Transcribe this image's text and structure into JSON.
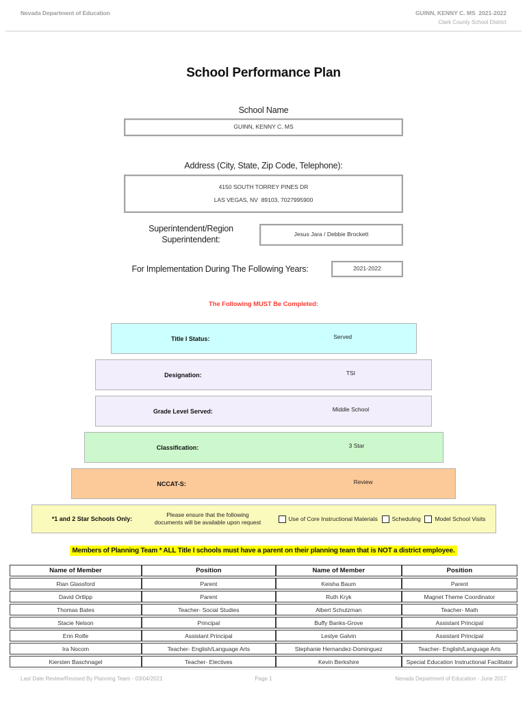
{
  "header": {
    "left": "Nevada Department of Education",
    "right_line1": "GUINN, KENNY C. MS  2021-2022",
    "right_line2": "Clark County School District"
  },
  "title": "School Performance Plan",
  "form": {
    "school_name_label": "School Name",
    "school_name_value": "GUINN, KENNY C. MS",
    "address_label": "Address (City, State, Zip Code, Telephone):",
    "address_line1": "4150 SOUTH TORREY PINES DR",
    "address_line2": "LAS VEGAS, NV  89103, 7027995900",
    "superintendent_label_line1": "Superintendent/Region",
    "superintendent_label_line2": "Superintendent:",
    "superintendent_value": "Jesus Jara / Debbie Brockett",
    "implementation_label": "For Implementation During The Following Years:",
    "implementation_value": "2021-2022"
  },
  "must_complete": {
    "heading": "The Following MUST Be Completed:",
    "heading_color": "#fc3d34",
    "rows": [
      {
        "label": "Title I Status:",
        "value": "Served",
        "color": "#ccffff"
      },
      {
        "label": "Designation:",
        "value": "TSI",
        "color": "#f3eefb"
      },
      {
        "label": "Grade Level Served:",
        "value": "Middle School",
        "color": "#f3eefb"
      },
      {
        "label": "Classification:",
        "value": "3 Star",
        "color": "#cdf8cd"
      },
      {
        "label": "NCCAT-S:",
        "value": "Review",
        "color": "#fcc998"
      }
    ]
  },
  "star_schools": {
    "label": "*1 and 2 Star Schools Only:",
    "note_line1": "Please ensure that the following",
    "note_line2": "documents will be available upon request",
    "panel_color": "#fafabc",
    "checkboxes": [
      {
        "label": "Use of Core Instructional Materials",
        "checked": false
      },
      {
        "label": "Scheduling",
        "checked": false
      },
      {
        "label": "Model School Visits",
        "checked": false
      }
    ]
  },
  "planning_team_note": "Members of Planning Team * ALL Title I schools must have a parent on their planning team that is NOT a district employee.",
  "planning_team_note_highlight": "#ffff00",
  "members_table": {
    "headers": [
      "Name of Member",
      "Position",
      "Name of Member",
      "Position"
    ],
    "rows": [
      [
        "Rian Glassford",
        "Parent",
        "Keisha Baum",
        "Parent"
      ],
      [
        "David Ortlipp",
        "Parent",
        "Ruth Kryk",
        "Magnet Theme Coordinator"
      ],
      [
        "Thomas Bates",
        "Teacher- Social Studies",
        "Albert Schutzman",
        "Teacher- Math"
      ],
      [
        "Stacie Nelson",
        "Principal",
        "Buffy Banks-Grove",
        "Assistant Principal"
      ],
      [
        "Erin Rolfe",
        "Assistant Principal",
        "Leslye Galvin",
        "Assistant Principal"
      ],
      [
        "Ira Nocom",
        "Teacher- English/Language Arts",
        "Stephanie Hernandez-Dominguez",
        "Teacher- English/Language Arts"
      ],
      [
        "Kiersten Baschnagel",
        "Teacher- Electives",
        "Kevin Berkshire",
        "Special Education Instructional Facilitator"
      ]
    ]
  },
  "footer": {
    "left": "Last Date Review/Revised By Planning Team - 03/04/2021",
    "center": "Page 1",
    "right": "Nevada Department of Education - June 2017"
  }
}
